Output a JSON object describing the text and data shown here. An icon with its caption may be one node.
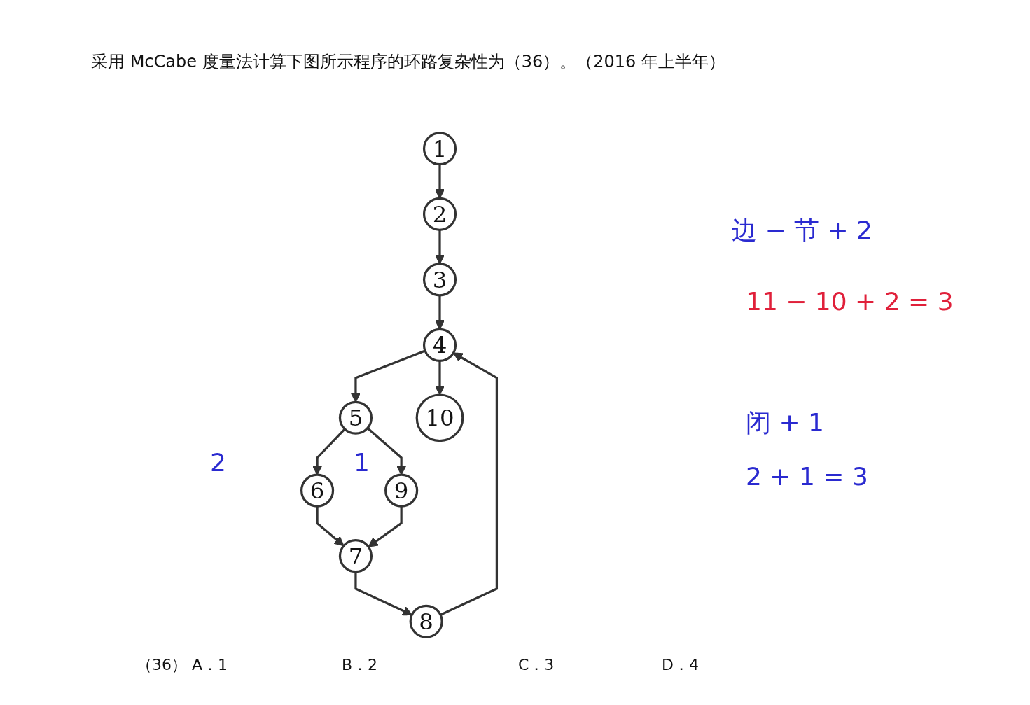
{
  "diagram": {
    "title": "采用 McCabe 度量法计算下图所示程序的环路复杂性为（36）。（2016 年上半年）",
    "nodes": [
      {
        "text": [
          "1"
        ]
      },
      {
        "text": [
          "2"
        ]
      },
      {
        "text": [
          "3"
        ]
      },
      {
        "text": [
          "4"
        ]
      },
      {
        "text": [
          "5"
        ]
      },
      {
        "text": [
          "6"
        ]
      },
      {
        "text": [
          "7"
        ]
      },
      {
        "text": [
          "8"
        ]
      },
      {
        "text": [
          "9"
        ]
      },
      {
        "text": [
          "10"
        ]
      }
    ],
    "edges": [
      {
        "from": 0,
        "to": 1,
        "arrow": "to"
      },
      {
        "from": 1,
        "to": 2,
        "arrow": "to"
      },
      {
        "from": 2,
        "to": 3,
        "arrow": "to"
      },
      {
        "from": 3,
        "to": 4,
        "arrow": "to"
      },
      {
        "from": 3,
        "to": 9,
        "arrow": "to"
      },
      {
        "from": 4,
        "to": 5,
        "arrow": "to"
      },
      {
        "from": 4,
        "to": 8,
        "arrow": "to"
      },
      {
        "from": 5,
        "to": 6,
        "arrow": "to"
      },
      {
        "from": 8,
        "to": 6,
        "arrow": "to"
      },
      {
        "from": 6,
        "to": 7,
        "arrow": "to"
      },
      {
        "from": 7,
        "to": 3,
        "arrow": "to"
      }
    ],
    "labels": [
      "2",
      "1",
      "边 − 节 + 2",
      "11 − 10 + 2 = 3",
      "闭 + 1",
      "2 + 1 = 3",
      "（36） A．1",
      "B．2",
      "C．3",
      "D．4"
    ]
  }
}
